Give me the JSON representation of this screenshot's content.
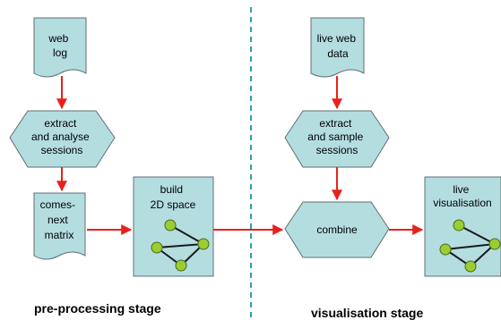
{
  "colors": {
    "shape_fill": "#b4dde0",
    "shape_stroke": "#5f6f70",
    "arrow": "#e8211b",
    "divider": "#2aa3a3",
    "graph_node": "#9acd32"
  },
  "left": {
    "web_log": [
      "web",
      "log"
    ],
    "extract_analyse": [
      "extract",
      "and analyse",
      "sessions"
    ],
    "comes_next": [
      "comes-",
      "next",
      "matrix"
    ],
    "build_space": [
      "build",
      "2D space"
    ],
    "caption": "pre-processing stage"
  },
  "right": {
    "live_web_data": [
      "live web",
      "data"
    ],
    "extract_sample": [
      "extract",
      "and sample",
      "sessions"
    ],
    "combine": "combine",
    "live_vis": [
      "live",
      "visualisation"
    ],
    "caption": "visualisation stage"
  }
}
